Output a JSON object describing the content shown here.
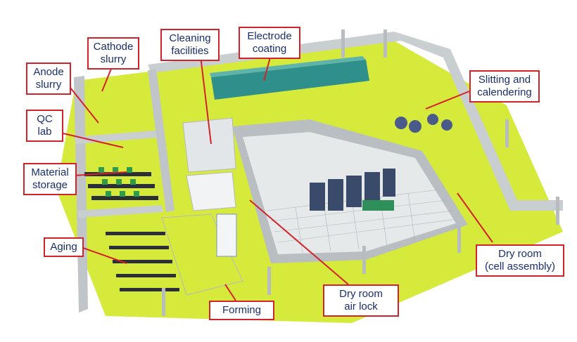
{
  "labels": {
    "cathode_slurry": [
      "Cathode",
      "slurry"
    ],
    "anode_slurry": [
      "Anode",
      "slurry"
    ],
    "qc_lab": [
      "QC",
      "lab"
    ],
    "material_storage": [
      "Material",
      "storage"
    ],
    "aging": "Aging",
    "cleaning_facilities": [
      "Cleaning",
      "facilities"
    ],
    "electrode_coating": [
      "Electrode",
      "coating"
    ],
    "slitting_calendering": [
      "Slitting and",
      "calendering"
    ],
    "dry_room_cell_assembly": [
      "Dry room",
      "(cell assembly)"
    ],
    "dry_room_air_lock": [
      "Dry room",
      "air lock"
    ],
    "forming": "Forming"
  },
  "colors": {
    "floor": "#d6ea3c",
    "wall": "#c9ced1",
    "wall_top": "#e3e6e8",
    "label_border": "#d2232a",
    "label_text": "#1a2f6e",
    "arrow": "#d2232a"
  }
}
